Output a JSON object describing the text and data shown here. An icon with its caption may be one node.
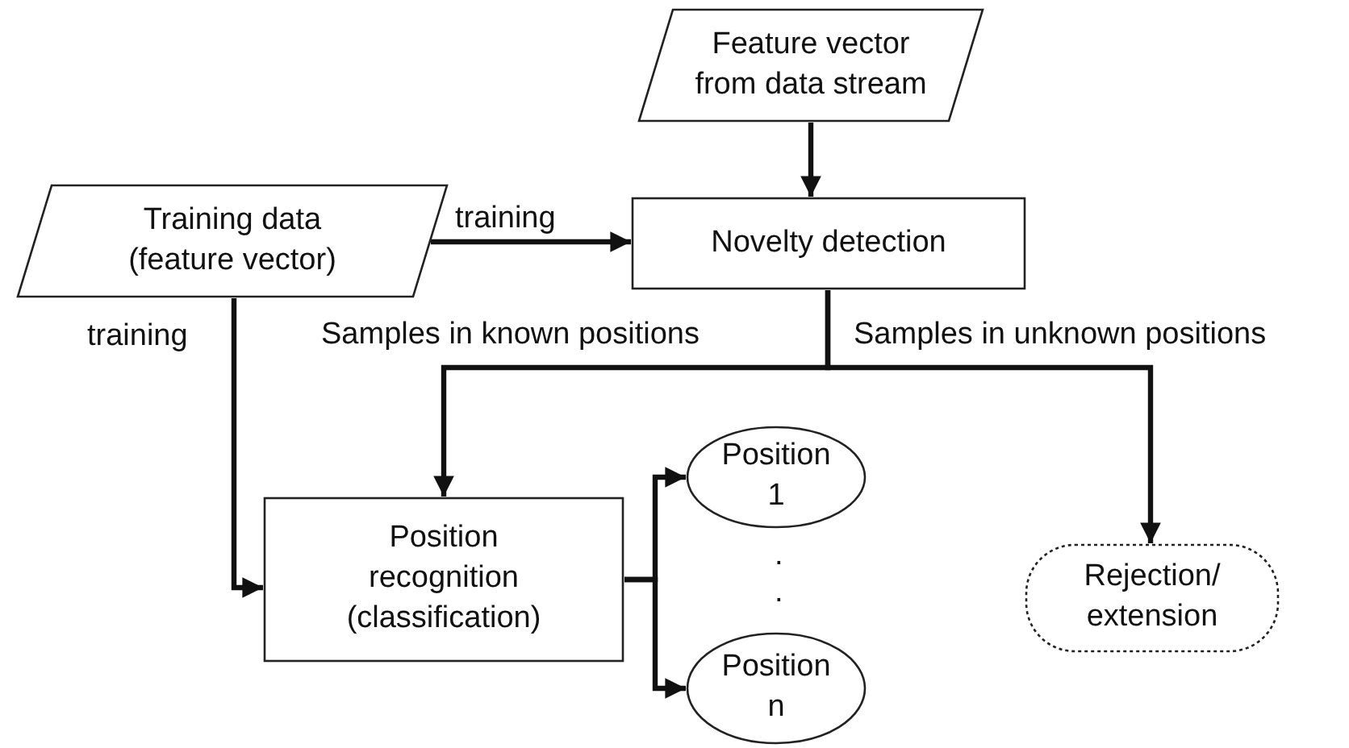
{
  "diagram": {
    "nodes": [
      {
        "text": [
          "Feature vector from data stream"
        ]
      },
      {
        "text": [
          "Training data (feature vector)"
        ]
      },
      {
        "text": [
          "Novelty detection"
        ]
      },
      {
        "text": [
          "Position recognition (classification)"
        ]
      },
      {
        "text": [
          "Position 1"
        ]
      },
      {
        "text": [
          "Position n"
        ]
      },
      {
        "text": [
          "Rejection/ extension"
        ]
      }
    ],
    "edges": [
      {
        "from": 0,
        "to": 2,
        "arrow": "to"
      },
      {
        "from": 1,
        "to": 2,
        "arrow": "to",
        "label": "training"
      },
      {
        "from": 1,
        "to": 3,
        "arrow": "to",
        "label": "training"
      },
      {
        "from": 2,
        "to": 3,
        "arrow": "to",
        "label": "Samples in known positions"
      },
      {
        "from": 2,
        "to": 6,
        "arrow": "to",
        "label": "Samples in unknown positions"
      },
      {
        "from": 3,
        "to": 4,
        "arrow": "to"
      },
      {
        "from": 3,
        "to": 5,
        "arrow": "to"
      }
    ],
    "labels": [
      ".",
      "."
    ]
  }
}
